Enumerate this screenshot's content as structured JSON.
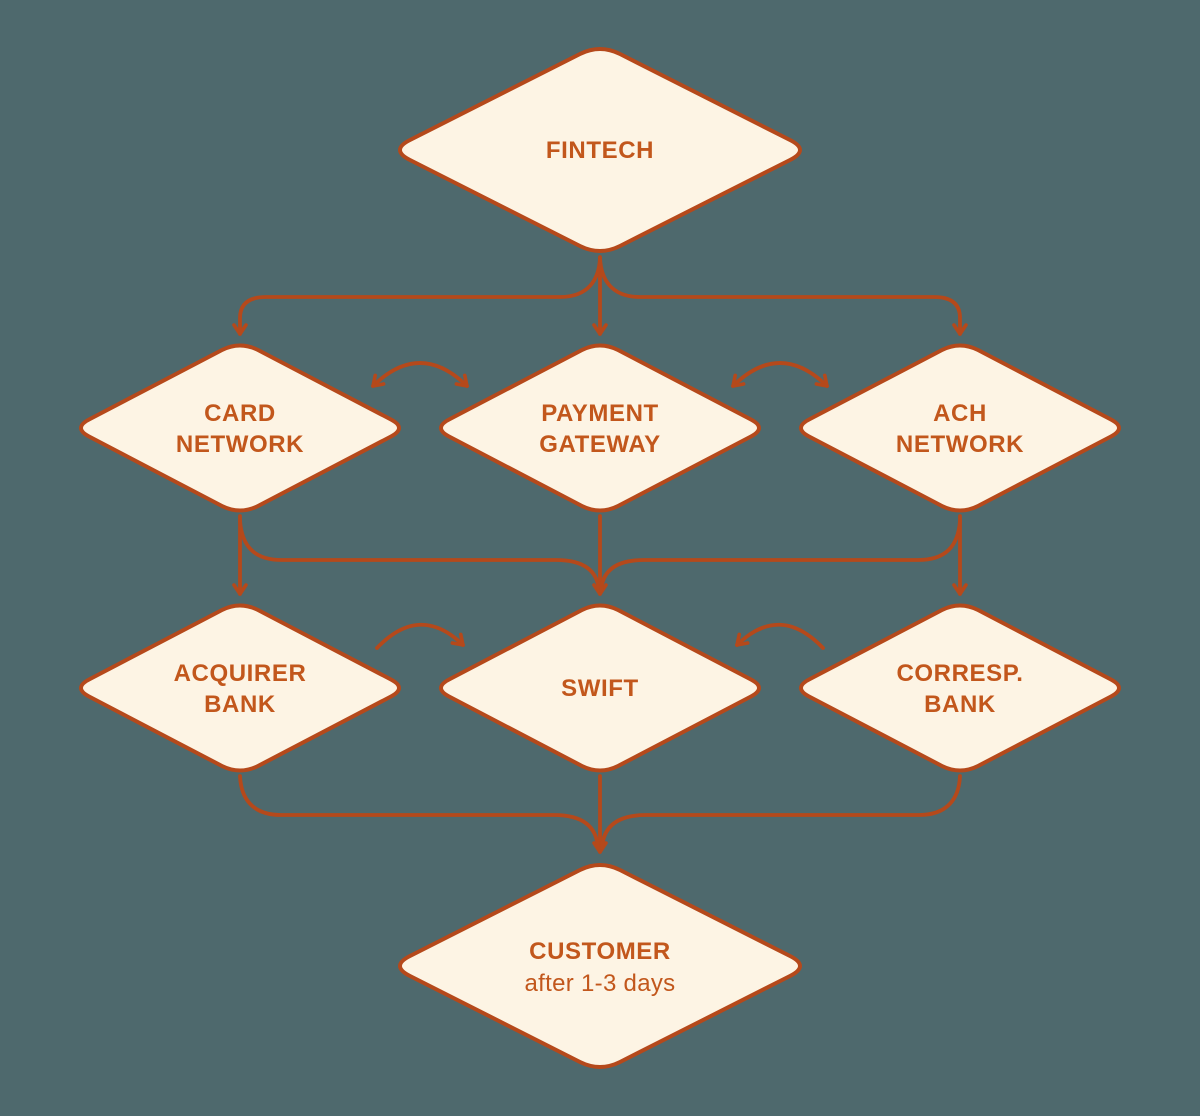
{
  "colors": {
    "background": "#4e696d",
    "node_fill": "#fdf4e4",
    "node_border": "#b5491b",
    "arrow": "#b5491b",
    "label_text": "#c2571c"
  },
  "diagram": {
    "type": "flowchart",
    "direction": "top-down",
    "node_shape": "diamond",
    "nodes": [
      {
        "id": "fintech",
        "label": "FINTECH",
        "line1": "FINTECH"
      },
      {
        "id": "card-network",
        "label": "CARD NETWORK",
        "line1": "CARD",
        "line2": "NETWORK"
      },
      {
        "id": "payment-gateway",
        "label": "PAYMENT GATEWAY",
        "line1": "PAYMENT",
        "line2": "GATEWAY"
      },
      {
        "id": "ach-network",
        "label": "ACH NETWORK",
        "line1": "ACH",
        "line2": "NETWORK"
      },
      {
        "id": "acquirer-bank",
        "label": "ACQUIRER BANK",
        "line1": "ACQUIRER",
        "line2": "BANK"
      },
      {
        "id": "swift",
        "label": "SWIFT",
        "line1": "SWIFT"
      },
      {
        "id": "corresp-bank",
        "label": "CORRESP. BANK",
        "line1": "CORRESP.",
        "line2": "BANK"
      },
      {
        "id": "customer",
        "label": "CUSTOMER after 1-3 days",
        "line1": "CUSTOMER",
        "line2": "after 1-3 days"
      }
    ],
    "edges": [
      {
        "from": "fintech",
        "to": "card-network",
        "style": "elbow",
        "arrow": "end"
      },
      {
        "from": "fintech",
        "to": "payment-gateway",
        "style": "straight",
        "arrow": "end"
      },
      {
        "from": "fintech",
        "to": "ach-network",
        "style": "elbow",
        "arrow": "end"
      },
      {
        "from": "card-network",
        "to": "payment-gateway",
        "style": "curved-arc",
        "arrow": "both"
      },
      {
        "from": "payment-gateway",
        "to": "ach-network",
        "style": "curved-arc",
        "arrow": "both"
      },
      {
        "from": "card-network",
        "to": "acquirer-bank",
        "style": "straight",
        "arrow": "end"
      },
      {
        "from": "payment-gateway",
        "to": "swift",
        "style": "straight",
        "arrow": "end"
      },
      {
        "from": "ach-network",
        "to": "corresp-bank",
        "style": "straight",
        "arrow": "end"
      },
      {
        "from": "card-network",
        "to": "swift",
        "style": "elbow-merge",
        "arrow": "merged"
      },
      {
        "from": "ach-network",
        "to": "swift",
        "style": "elbow-merge",
        "arrow": "merged"
      },
      {
        "from": "acquirer-bank",
        "to": "swift",
        "style": "curved-arc",
        "arrow": "end"
      },
      {
        "from": "corresp-bank",
        "to": "swift",
        "style": "curved-arc",
        "arrow": "end"
      },
      {
        "from": "acquirer-bank",
        "to": "customer",
        "style": "elbow-merge",
        "arrow": "merged"
      },
      {
        "from": "swift",
        "to": "customer",
        "style": "straight",
        "arrow": "end"
      },
      {
        "from": "corresp-bank",
        "to": "customer",
        "style": "elbow-merge",
        "arrow": "merged"
      }
    ]
  }
}
